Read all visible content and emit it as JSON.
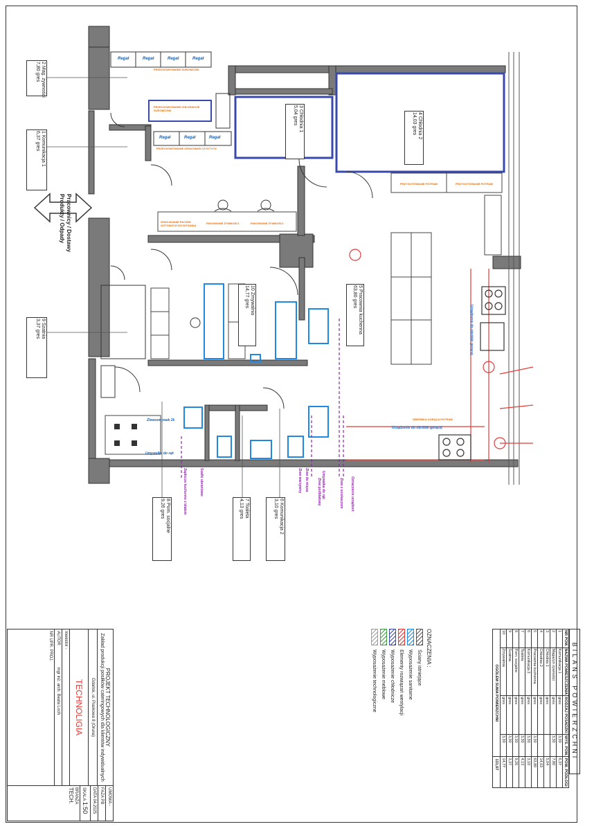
{
  "room_labels": [
    {
      "no": "2",
      "name": "Mag. żywności",
      "area": "7,80",
      "floor": "gres"
    },
    {
      "no": "1",
      "name": "Komunikacja 1",
      "area": "6,37",
      "floor": "gres"
    },
    {
      "no": "3",
      "name": "Chłodnia 1",
      "area": "5,04",
      "floor": "gres"
    },
    {
      "no": "4",
      "name": "Chłodnia 2",
      "area": "14,03",
      "floor": "gres"
    },
    {
      "no": "10",
      "name": "Zmywalnia",
      "area": "14,77",
      "floor": "gres"
    },
    {
      "no": "5",
      "name": "Pracownia kuchenna",
      "area": "63,80",
      "floor": "gres"
    },
    {
      "no": "9",
      "name": "Szatnia",
      "area": "3,37",
      "floor": "gres"
    },
    {
      "no": "8",
      "name": "Pom. socjalne",
      "area": "9,26",
      "floor": "gres"
    },
    {
      "no": "7",
      "name": "Toaleta",
      "area": "4,13",
      "floor": "gres"
    },
    {
      "no": "6",
      "name": "Komunikacja 2",
      "area": "3,10",
      "floor": "gres"
    }
  ],
  "entrance_label": "Pracownicy / Dostawy Produkty / Odpady",
  "equipment_labels": {
    "regal": "Regał",
    "prod_surowcow": "PRZECHOWYWANIE SUROWCÓW",
    "prod_chlodnicze": "PRZECHOWYWANIE CHŁODNICZE SUROWCÓW",
    "prod_opakowan": "PRZECHOWYWANIE OPAKOWAŃ CZYSTYCH",
    "pakowanie": "PAKOWANIE ŻYWNOŚCI",
    "odkladanie": "ODKŁADANIE PACZEK GOTOWYCH DO WYDANIA",
    "potraw": "PRZYGOTOWANIE POTRAW",
    "okap1": "Urządzenie do obróbki gorącej",
    "okap2": "Urządzenie do obróbki gorącej",
    "okap_inne": "OBRÓBKA GORĄCA POTRAW",
    "zlew_rak": "Zlewozmywak 2k",
    "umywalka": "Umywalka do rąk",
    "szafki": "Szafki ubraniowe",
    "zaplecze": "Zaplecze kuchenne z blatem",
    "zlew_warzyw": "Zlew warzywny",
    "zlew_mieso": "Zlew do mięsa",
    "zlew_zmywalnia": "Zlew z ociekaczem",
    "umywalka_rak": "Umywalka do rąk",
    "zlew_podblat": "Zlew podblatowy",
    "uklad": "Oznaczenie urządzeń"
  },
  "bilans": {
    "title": "BILANS POWIERZCHNI",
    "headers": [
      "NR POM.",
      "NAZWA POMIESZCZENIA",
      "RODZAJ POSADZKI",
      "WYS. POM.",
      "POW. PODŁOGI"
    ],
    "rows": [
      [
        "1",
        "Komunikacja 1",
        "gres",
        "3,30",
        "6,37"
      ],
      [
        "2",
        "Magazyn żywności",
        "gres",
        "3,30",
        "7,80"
      ],
      [
        "3",
        "Chłodnia 1",
        "gres",
        "",
        "5,04"
      ],
      [
        "4",
        "Chłodnia 2",
        "gres",
        "",
        "14,03"
      ],
      [
        "5",
        "Pracownia kuchenna",
        "gres",
        "3,30",
        "63,80"
      ],
      [
        "6",
        "Komunikacja 2",
        "gres",
        "3,30",
        "3,10"
      ],
      [
        "7",
        "Toaleta",
        "gres",
        "3,30",
        "4,13"
      ],
      [
        "8",
        "Pom. socjalne",
        "gres",
        "3,30",
        "9,26"
      ],
      [
        "9",
        "Szatnia",
        "gres",
        "3,30",
        "3,37"
      ],
      [
        "10",
        "Zmywalnia",
        "gres",
        "3,30",
        "14,77"
      ]
    ],
    "total_label": "OGÓŁEM SUMA POWIERZCHNI",
    "total_value": "131,67"
  },
  "legend": {
    "title": "OZNACZENIA :",
    "items": [
      {
        "label": "Ściany istniejące",
        "color": "#555555"
      },
      {
        "label": "Wyposażenie sanitarne",
        "color": "#1e88e5"
      },
      {
        "label": "Elementy rozwiązań wentylacji",
        "color": "#e53935"
      },
      {
        "label": "Wyposażenie chłodnicze",
        "color": "#3949ab"
      },
      {
        "label": "Wyposażenie meblowe",
        "color": "#43a047"
      },
      {
        "label": "Wyposażenie technologiczne",
        "color": "#9e9e9e"
      }
    ]
  },
  "titleblock": {
    "project": "PROJEKT TECHNOLOGICZNY",
    "subject": "Zakład produkcji posiłków cateringowych dla klientów indywidualnych",
    "address": "Gdańsk, ul. Piaskowa 8 (Oruna)",
    "drawing": "TECHNOLIGIA",
    "investor_label": "Inwestor",
    "investor_value": "-",
    "author_label": "AUTOR",
    "author_value": "mgr inż. arch. Beata Loch",
    "nr_label": "NR UPR. PROJ.",
    "umowa_label": "UMOWA",
    "umowa_value": "-",
    "faza_label": "FAZA",
    "faza_value": "PB",
    "data_label": "DATA",
    "data_value": "04.2025",
    "skala_label": "SKALA",
    "skala_value": "1:50",
    "branza_label": "BRANŻA",
    "branza_value": "TECH."
  },
  "colors": {
    "wall": "#555555",
    "blue": "#1e88e5",
    "cold": "#3949ab",
    "red": "#e53935",
    "purple": "#8e24aa",
    "orange": "#ef6c00"
  }
}
